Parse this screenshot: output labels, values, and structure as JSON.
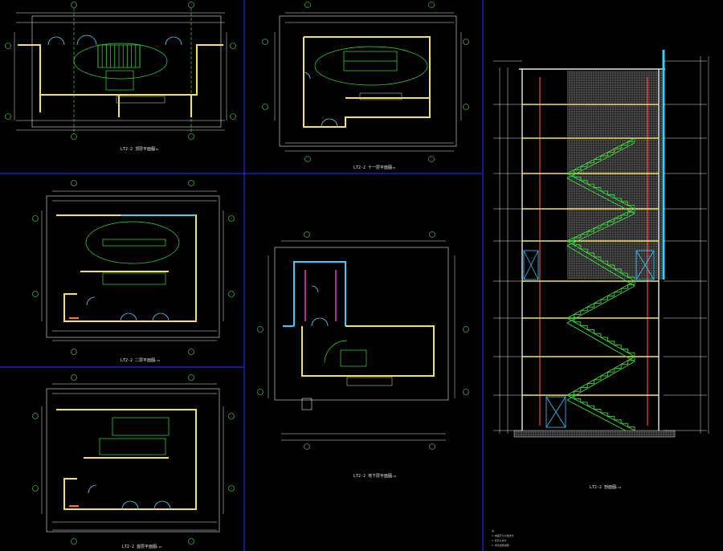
{
  "drawing": {
    "background": "#000000",
    "colors": {
      "divider": "#1f2fd0",
      "wall": "#f2e25c",
      "dimension": "#e6e6e6",
      "axis": "#5fe05f",
      "stair": "#3ddc3d",
      "door": "#5fd0ff",
      "glazing": "#3fc9ff",
      "column": "#e84a3a",
      "hatch": "#bfbfbf",
      "accent_magenta": "#ff3dd0",
      "accent_orange": "#ff7a1a"
    },
    "sheets": [
      {
        "id": "plan-top-left",
        "caption": "LT2-2 顶层平面图",
        "scale": "1:50"
      },
      {
        "id": "plan-top-middle",
        "caption": "LT2-2 十一层平面图",
        "scale": "1:50"
      },
      {
        "id": "plan-mid-left",
        "caption": "LT2-2 二层平面图",
        "scale": "1:50"
      },
      {
        "id": "plan-bottom-left",
        "caption": "LT2-2 首层平面图",
        "scale": "1:50"
      },
      {
        "id": "plan-basement",
        "caption": "LT2-2 地下层平面图",
        "scale": "1:50"
      },
      {
        "id": "section",
        "caption": "LT2-2 剖面图",
        "scale": "1:50"
      }
    ],
    "notes": [
      "注：",
      "1.本图尺寸以毫米计",
      "2.标高以米计",
      "3.详见建施说明"
    ]
  }
}
